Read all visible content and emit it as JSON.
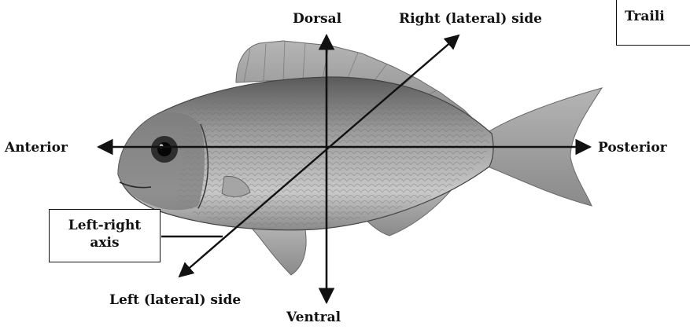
{
  "labels": {
    "dorsal": "Dorsal",
    "ventral": "Ventral",
    "anterior": "Anterior",
    "posterior": "Posterior",
    "right_side": "Right (lateral) side",
    "left_side": "Left (lateral) side"
  },
  "boxes": {
    "left_right_axis_line1": "Left-right",
    "left_right_axis_line2": "axis",
    "trailing": "Traili"
  },
  "colors": {
    "ink": "#111111",
    "fish_body": "#8f8f8f",
    "fish_fin": "#a8a8a8",
    "fish_dark": "#3a3a3a"
  }
}
